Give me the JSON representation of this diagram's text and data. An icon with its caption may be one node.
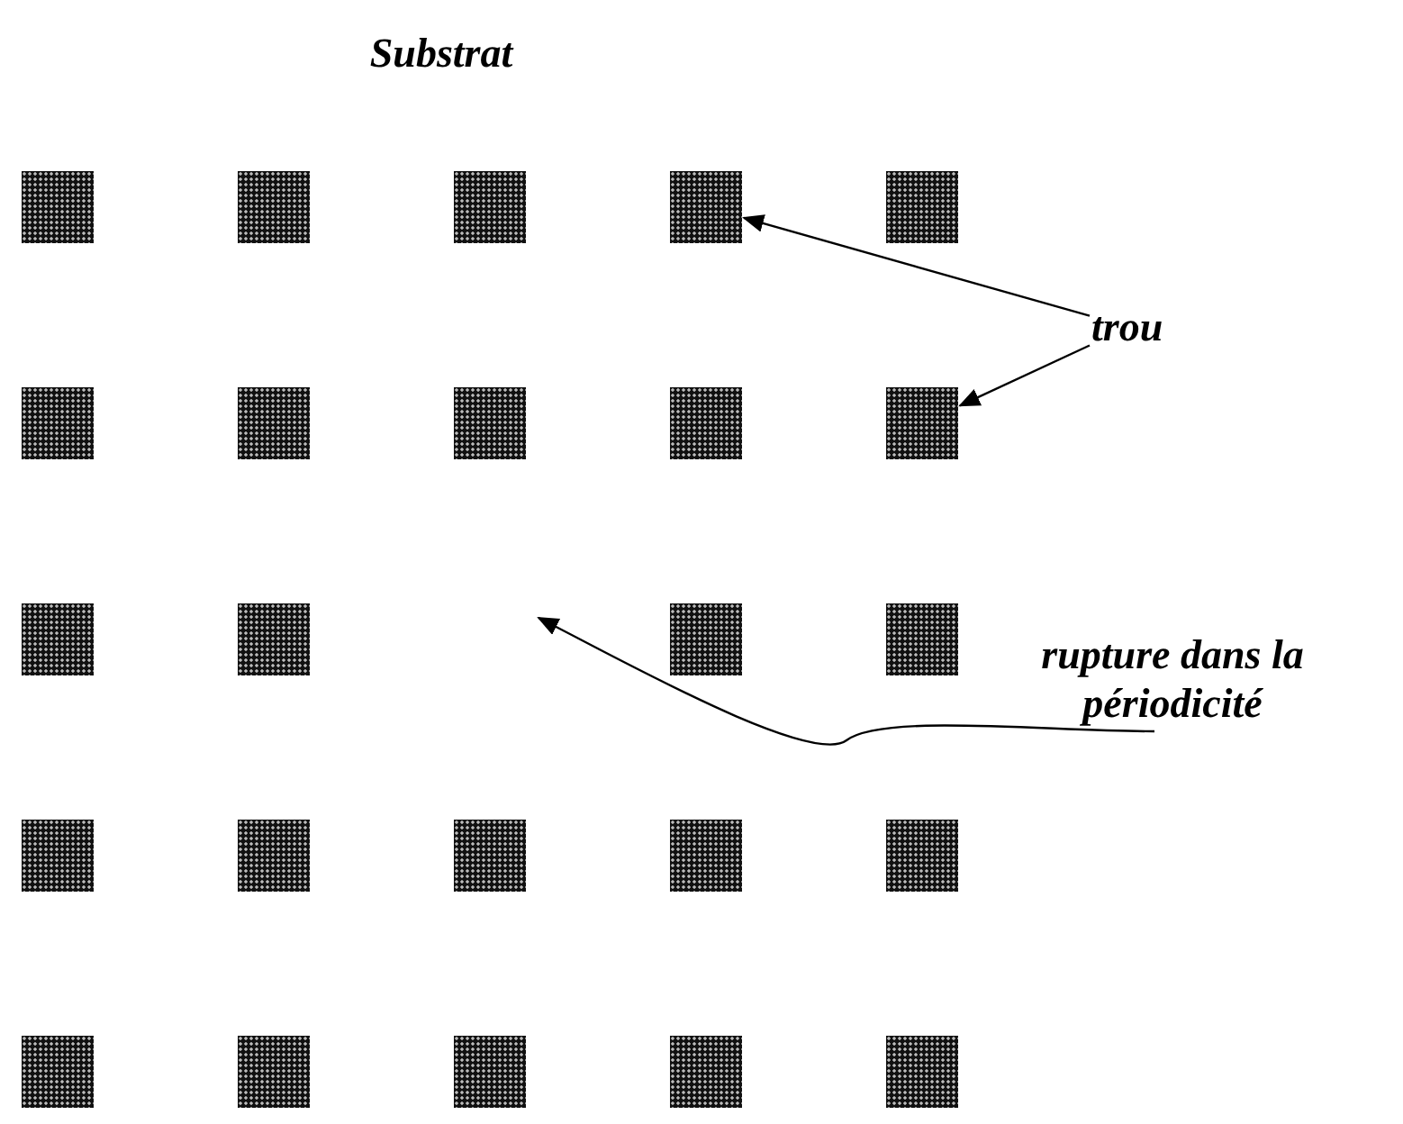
{
  "diagram": {
    "nodes": [
      {
        "text": [
          "trou"
        ]
      },
      {
        "text": [
          "rupture dans la périodicité"
        ]
      },
      {
        "text": [],
        "shape": "box"
      },
      {
        "text": [],
        "shape": "box"
      },
      {
        "text": [],
        "shape": "box"
      },
      {
        "text": [],
        "shape": "box"
      },
      {
        "text": [],
        "shape": "box"
      },
      {
        "text": [],
        "shape": "box"
      },
      {
        "text": [],
        "shape": "box"
      },
      {
        "text": [],
        "shape": "box"
      },
      {
        "text": [],
        "shape": "box"
      },
      {
        "text": [],
        "shape": "box"
      },
      {
        "text": [],
        "shape": "box"
      },
      {
        "text": [],
        "shape": "box"
      },
      {
        "text": [],
        "shape": "box"
      },
      {
        "text": [],
        "shape": "box"
      },
      {
        "text": [],
        "shape": "box"
      },
      {
        "text": [],
        "shape": "box"
      },
      {
        "text": [],
        "shape": "box"
      },
      {
        "text": [],
        "shape": "box"
      },
      {
        "text": [],
        "shape": "box"
      },
      {
        "text": [],
        "shape": "box"
      },
      {
        "text": [],
        "shape": "box"
      },
      {
        "text": [],
        "shape": "box"
      },
      {
        "text": [],
        "shape": "box"
      },
      {
        "text": [],
        "shape": "box"
      }
    ],
    "edges": [
      {
        "from": 0,
        "to": 5,
        "arrow": "to"
      },
      {
        "from": 0,
        "to": 11,
        "arrow": "to"
      },
      {
        "from": 1,
        "to": null,
        "arrow": "to"
      }
    ],
    "labels": [
      "Substrat"
    ]
  }
}
